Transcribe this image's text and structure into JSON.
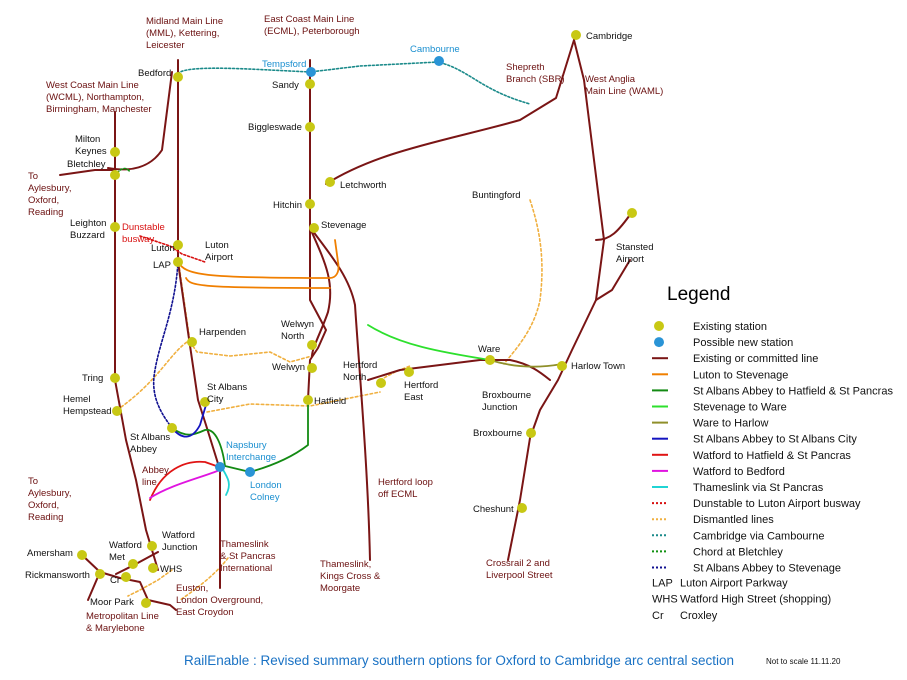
{
  "colors": {
    "existing": "#7a1515",
    "station": "#c8c814",
    "new_station": "#2a94d6",
    "luton_stevenage": "#f07f00",
    "stalbans_hatfield": "#138a13",
    "stevenage_ware": "#2de02d",
    "ware_harlow": "#8f8f2a",
    "stalbans_city": "#1414c0",
    "watford_hatfield": "#e01414",
    "watford_bedford": "#e014e0",
    "thameslink": "#20d4d4",
    "busway": "#d81010",
    "dismantled": "#f0b040",
    "cambourne": "#1a8a8a",
    "chord": "#109010",
    "stalbans_stevenage": "#101090"
  },
  "stations": [
    {
      "id": "cambridge",
      "label": "Cambridge"
    },
    {
      "id": "bedford",
      "label": "Bedford"
    },
    {
      "id": "sandy",
      "label": "Sandy"
    },
    {
      "id": "biggleswade",
      "label": "Biggleswade"
    },
    {
      "id": "milton-keynes",
      "label": [
        "Milton",
        "Keynes"
      ]
    },
    {
      "id": "bletchley",
      "label": "Bletchley"
    },
    {
      "id": "letchworth",
      "label": "Letchworth"
    },
    {
      "id": "hitchin",
      "label": "Hitchin"
    },
    {
      "id": "stevenage",
      "label": "Stevenage"
    },
    {
      "id": "buntingford",
      "label": "Buntingford"
    },
    {
      "id": "stansted",
      "label": [
        "Stansted",
        "Airport"
      ]
    },
    {
      "id": "leighton-buzzard",
      "label": [
        "Leighton",
        "Buzzard"
      ]
    },
    {
      "id": "luton",
      "label": "Luton"
    },
    {
      "id": "luton-airport",
      "label": [
        "Luton",
        "Airport"
      ]
    },
    {
      "id": "lap",
      "label": "LAP"
    },
    {
      "id": "harpenden",
      "label": "Harpenden"
    },
    {
      "id": "welwyn-north",
      "label": [
        "Welwyn",
        "North"
      ]
    },
    {
      "id": "welwyn",
      "label": "Welwyn"
    },
    {
      "id": "hertford-north",
      "label": [
        "Hertford",
        "North"
      ]
    },
    {
      "id": "hertford-east",
      "label": [
        "Hertford",
        "East"
      ]
    },
    {
      "id": "ware",
      "label": "Ware"
    },
    {
      "id": "harlow-town",
      "label": "Harlow Town"
    },
    {
      "id": "tring",
      "label": "Tring"
    },
    {
      "id": "hemel",
      "label": [
        "Hemel",
        "Hempstead"
      ]
    },
    {
      "id": "st-albans-city",
      "label": [
        "St Albans",
        "City"
      ]
    },
    {
      "id": "hatfield",
      "label": "Hatfield"
    },
    {
      "id": "st-albans-abbey",
      "label": [
        "St Albans",
        "Abbey"
      ]
    },
    {
      "id": "broxbourne",
      "label": "Broxbourne"
    },
    {
      "id": "cheshunt",
      "label": "Cheshunt"
    },
    {
      "id": "amersham",
      "label": "Amersham"
    },
    {
      "id": "watford-met",
      "label": [
        "Watford",
        "Met"
      ]
    },
    {
      "id": "watford-junction",
      "label": [
        "Watford",
        "Junction"
      ]
    },
    {
      "id": "rickmansworth",
      "label": "Rickmansworth"
    },
    {
      "id": "whs",
      "label": "WHS"
    },
    {
      "id": "cr",
      "label": "Cr"
    },
    {
      "id": "moor-park",
      "label": "Moor Park"
    },
    {
      "id": "tempsford",
      "label": "Tempsford"
    },
    {
      "id": "cambourne",
      "label": "Cambourne"
    },
    {
      "id": "napsbury",
      "label": [
        "Napsbury",
        "Interchange"
      ]
    },
    {
      "id": "london-colney",
      "label": [
        "London",
        "Colney"
      ]
    }
  ],
  "route_labels": [
    {
      "id": "mml",
      "lines": [
        "Midland Main Line",
        "(MML), Kettering,",
        "Leicester"
      ]
    },
    {
      "id": "ecml",
      "lines": [
        "East Coast Main Line",
        "(ECML), Peterborough"
      ]
    },
    {
      "id": "wcml",
      "lines": [
        "West Coast Main Line",
        "(WCML), Northampton,",
        "Birmingham, Manchester"
      ]
    },
    {
      "id": "shepreth",
      "lines": [
        "Shepreth",
        "Branch (SBR)"
      ]
    },
    {
      "id": "waml",
      "lines": [
        "West Anglia",
        "Main Line (WAML)"
      ]
    },
    {
      "id": "aylesbury-north",
      "lines": [
        "To",
        "Aylesbury,",
        "Oxford,",
        "Reading"
      ]
    },
    {
      "id": "aylesbury-south",
      "lines": [
        "To",
        "Aylesbury,",
        "Oxford,",
        "Reading"
      ]
    },
    {
      "id": "dunstable-busway",
      "lines": [
        "Dunstable",
        "busway"
      ]
    },
    {
      "id": "broxbourne-junction",
      "lines": [
        "Broxbourne",
        "Junction"
      ]
    },
    {
      "id": "abbey-line",
      "lines": [
        "Abbey",
        "line"
      ]
    },
    {
      "id": "thameslink-stp",
      "lines": [
        "Thameslink",
        "& St Pancras",
        "International"
      ]
    },
    {
      "id": "thameslink-kx",
      "lines": [
        "Thameslink,",
        "Kings Cross &",
        "Moorgate"
      ]
    },
    {
      "id": "hertford-loop",
      "lines": [
        "Hertford loop",
        "off ECML"
      ]
    },
    {
      "id": "crossrail2",
      "lines": [
        "Crossrail 2 and",
        "Liverpool Street"
      ]
    },
    {
      "id": "euston",
      "lines": [
        "Euston,",
        "London Overground,",
        "East Croydon"
      ]
    },
    {
      "id": "metropolitan",
      "lines": [
        "Metropolitan Line",
        "& Marylebone"
      ]
    }
  ],
  "legend": {
    "title": "Legend",
    "items": [
      {
        "label": "Existing station",
        "kind": "station"
      },
      {
        "label": "Possible new station",
        "kind": "new_station"
      },
      {
        "label": "Existing or committed line",
        "kind": "existing"
      },
      {
        "label": "Luton to Stevenage",
        "kind": "luton_stevenage"
      },
      {
        "label": "St Albans Abbey to Hatfield & St Pancras",
        "kind": "stalbans_hatfield"
      },
      {
        "label": "Stevenage to Ware",
        "kind": "stevenage_ware"
      },
      {
        "label": "Ware to Harlow",
        "kind": "ware_harlow"
      },
      {
        "label": "St Albans Abbey to St Albans City",
        "kind": "stalbans_city"
      },
      {
        "label": "Watford to Hatfield & St Pancras",
        "kind": "watford_hatfield"
      },
      {
        "label": "Watford to Bedford",
        "kind": "watford_bedford"
      },
      {
        "label": "Thameslink via St Pancras",
        "kind": "thameslink"
      },
      {
        "label": "Dunstable to Luton Airport busway",
        "kind": "busway"
      },
      {
        "label": "Dismantled lines",
        "kind": "dismantled"
      },
      {
        "label": "Cambridge via Cambourne",
        "kind": "cambourne"
      },
      {
        "label": "Chord at Bletchley",
        "kind": "chord"
      },
      {
        "label": "St Albans Abbey to Stevenage",
        "kind": "stalbans_stevenage"
      }
    ],
    "abbreviations": [
      {
        "code": "LAP",
        "meaning": "Luton Airport Parkway"
      },
      {
        "code": "WHS",
        "meaning": "Watford High Street (shopping)"
      },
      {
        "code": "Cr",
        "meaning": "Croxley"
      }
    ]
  },
  "footer": {
    "caption": "RailEnable :  Revised summary southern options for Oxford to Cambridge arc central section",
    "note": "Not to scale 11.11.20"
  }
}
